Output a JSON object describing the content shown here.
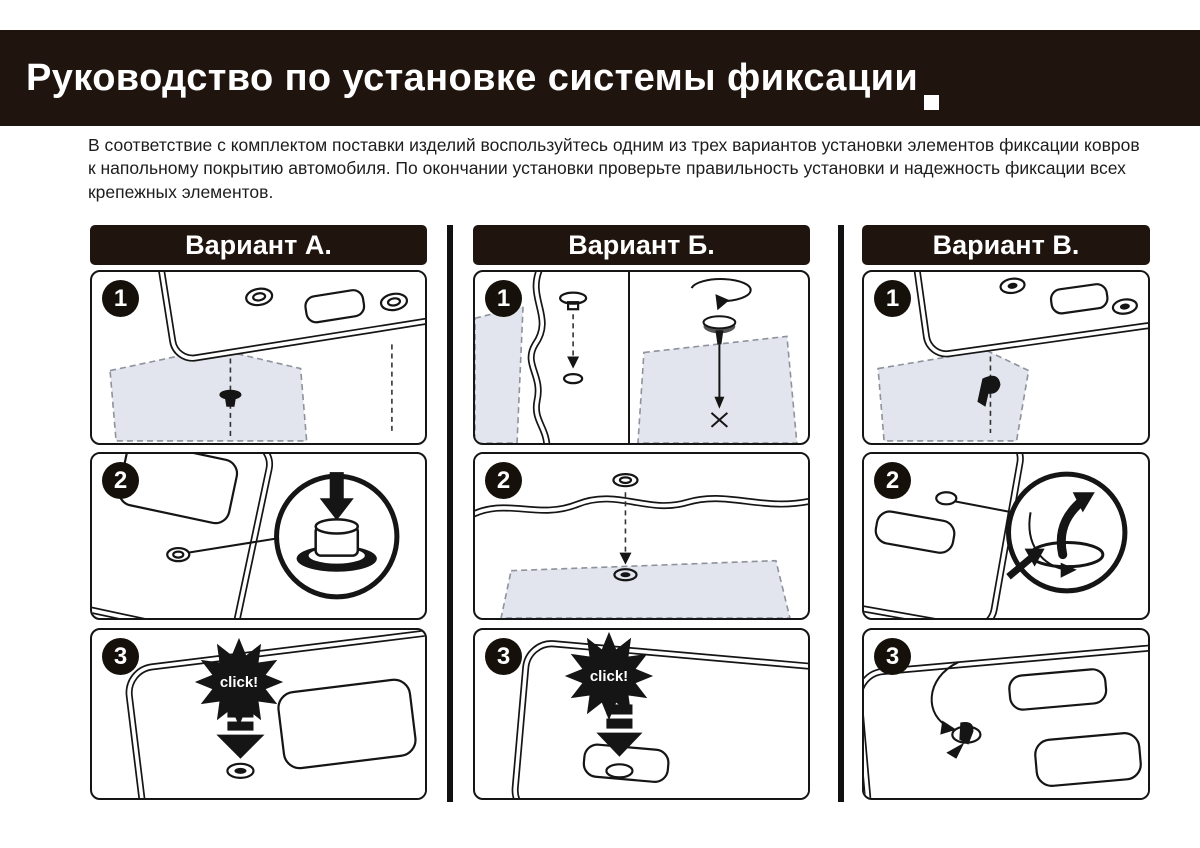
{
  "header": {
    "title": "Руководство по установке системы фиксации"
  },
  "intro": {
    "text": "В соответствие с комплектом поставки изделий воспользуйтесь одним из трех вариантов установки элементов фиксации ковров к напольному покрытию автомобиля. По окончании установки проверьте правильность установки и надежность фиксации всех крепежных элементов."
  },
  "variants": [
    {
      "label": "Вариант А.",
      "steps": [
        "1",
        "2",
        "3"
      ],
      "click_label": "click!"
    },
    {
      "label": "Вариант Б.",
      "steps": [
        "1",
        "2",
        "3"
      ],
      "click_label": "click!"
    },
    {
      "label": "Вариант В.",
      "steps": [
        "1",
        "2",
        "3"
      ]
    }
  ],
  "colors": {
    "band": "#20150e",
    "carpet": "#e2e5ed",
    "line": "#151515"
  }
}
